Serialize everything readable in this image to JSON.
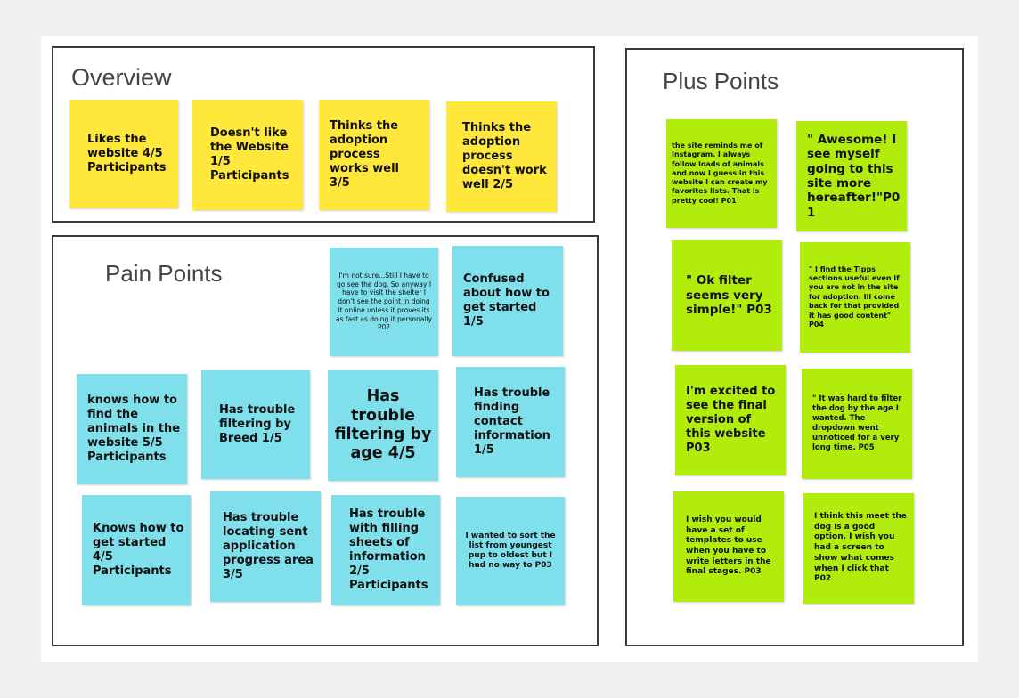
{
  "colors": {
    "yellow": "#ffe83b",
    "blue": "#7fdfea",
    "green": "#b2ec0d",
    "frame_border": "#3a3a3a"
  },
  "overview": {
    "title": "Overview",
    "notes": [
      "Likes the website 4/5 Participants",
      "Doesn't like the Website 1/5 Participants",
      "Thinks the adoption process works well 3/5",
      "Thinks the adoption process doesn't work well 2/5"
    ]
  },
  "pain_points": {
    "title": "Pain Points",
    "notes": [
      "I'm not sure...Still I have to go see the dog. So anyway I have to visit the shelter I don't see the point in doing it online unless it proves its as fast as doing it personally P02",
      "Confused about how to get started 1/5",
      "knows how to find the animals in the website 5/5 Participants",
      "Has trouble filtering by Breed 1/5",
      "Has trouble filtering by age 4/5",
      "Has trouble finding contact information 1/5",
      "Knows how to get started 4/5 Participants",
      "Has trouble locating sent application progress area 3/5",
      "Has trouble with filling sheets of information 2/5 Participants",
      "I wanted to sort the list from youngest pup to oldest but I had no way to P03"
    ]
  },
  "plus_points": {
    "title": "Plus Points",
    "notes": [
      "the site reminds me of Instagram. I always follow loads of animals and now I guess in this website I can create my favorites lists. That is pretty cool! P01",
      "\" Awesome! I see myself going to this site more hereafter!\"P01",
      "\" Ok filter seems very simple!\" P03",
      "\" I find the Tipps sections useful even if you are not in the site for adoption. Ill come back for that provided it has good content\" P04",
      "I'm excited to see the final version of this website P03",
      "\" It was hard to filter the dog by the age I wanted.  The dropdown went unnoticed for a very long time. P05",
      "I wish you would have a set of templates to use when you have to write letters in the final stages. P03",
      "I think this meet the dog is a good option. I wish you had a screen to show what comes when I click that P02"
    ]
  }
}
